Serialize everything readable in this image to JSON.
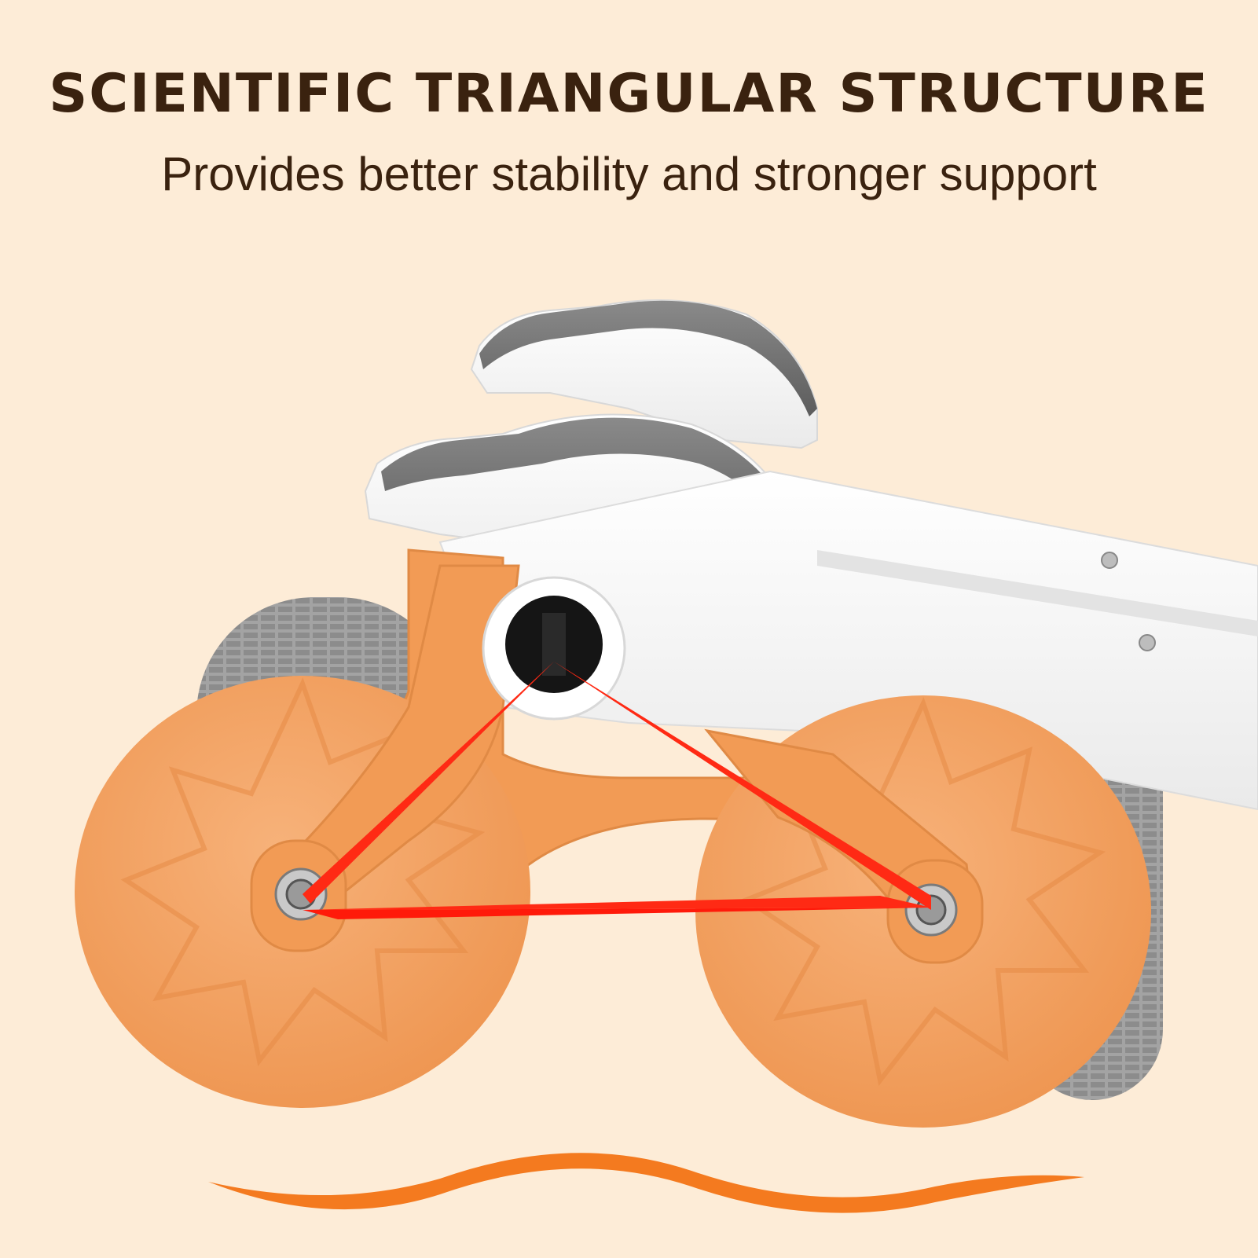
{
  "header": {
    "title": "SCIENTIFIC TRIANGULAR STRUCTURE",
    "subtitle": "Provides better stability and stronger support"
  },
  "colors": {
    "background": "#fdecd7",
    "title_text": "#3a220f",
    "subtitle_text": "#3a220f",
    "wheel_orange": "#f4a25f",
    "frame_white": "#ffffff",
    "pad_gray": "#6e6e6e",
    "tread_gray": "#9a9a9a",
    "triangle_red": "#ff1a0a",
    "wave_orange": "#f47a1f"
  },
  "icons": {
    "product": "ab-roller-wheel",
    "diagram": "red-triangle",
    "decoration": "orange-wave"
  }
}
